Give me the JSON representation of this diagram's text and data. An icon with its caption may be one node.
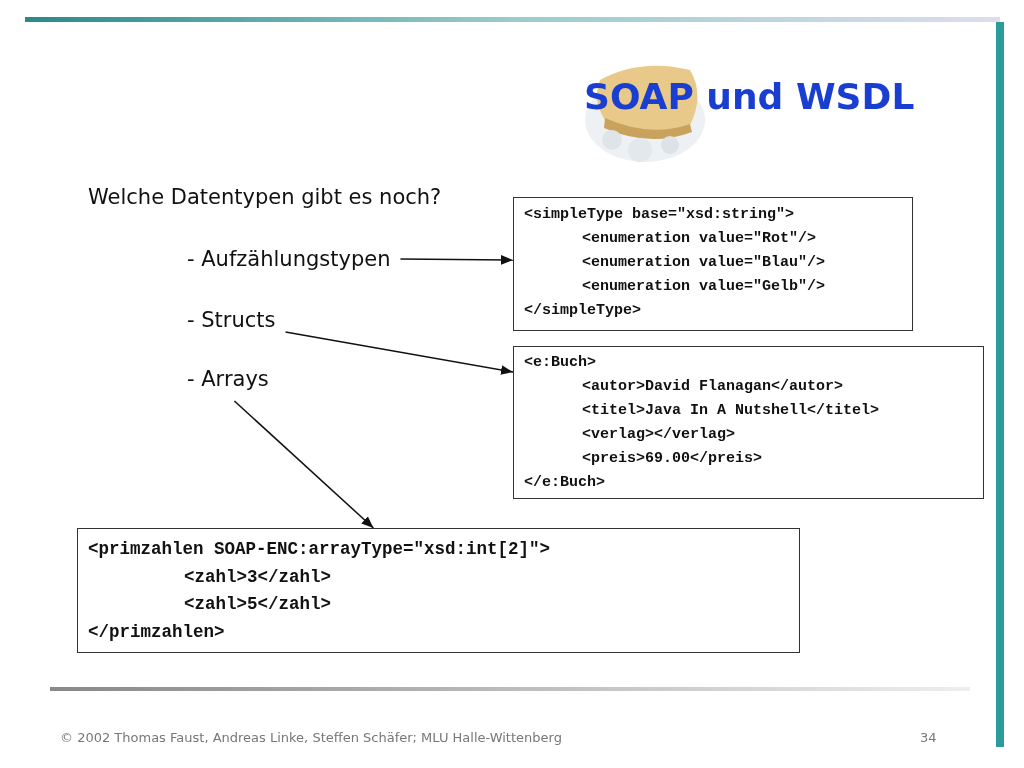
{
  "diagram": {
    "title": "SOAP und WSDL",
    "nodes": [
      {
        "text": [
          "- Aufzählungstypen"
        ]
      },
      {
        "text": [
          "- Structs"
        ]
      },
      {
        "text": [
          "- Arrays"
        ]
      },
      {
        "text": [
          "<simpleType base=\"xsd:string\">",
          "<enumeration value=\"Rot\"/>",
          "<enumeration value=\"Blau\"/>",
          "<enumeration value=\"Gelb\"/>",
          "</simpleType>"
        ]
      },
      {
        "text": [
          "<e:Buch>",
          "<autor>David Flanagan</autor>",
          "<titel>Java In A Nutshell</titel>",
          "<verlag></verlag>",
          "<preis>69.00</preis>",
          "</e:Buch>"
        ]
      },
      {
        "text": [
          "<primzahlen SOAP-ENC:arrayType=\"xsd:int[2]\">",
          "<zahl>3</zahl>",
          "<zahl>5</zahl>",
          "</primzahlen>"
        ]
      }
    ],
    "edges": [
      {
        "from": 0,
        "to": 3,
        "arrow": "to"
      },
      {
        "from": 1,
        "to": 4,
        "arrow": "to"
      },
      {
        "from": 2,
        "to": 5,
        "arrow": "to"
      }
    ],
    "labels": [
      "Welche Datentypen gibt es noch?",
      "© 2002 Thomas Faust, Andreas Linke, Steffen Schäfer; MLU Halle-Wittenberg",
      "34"
    ]
  }
}
